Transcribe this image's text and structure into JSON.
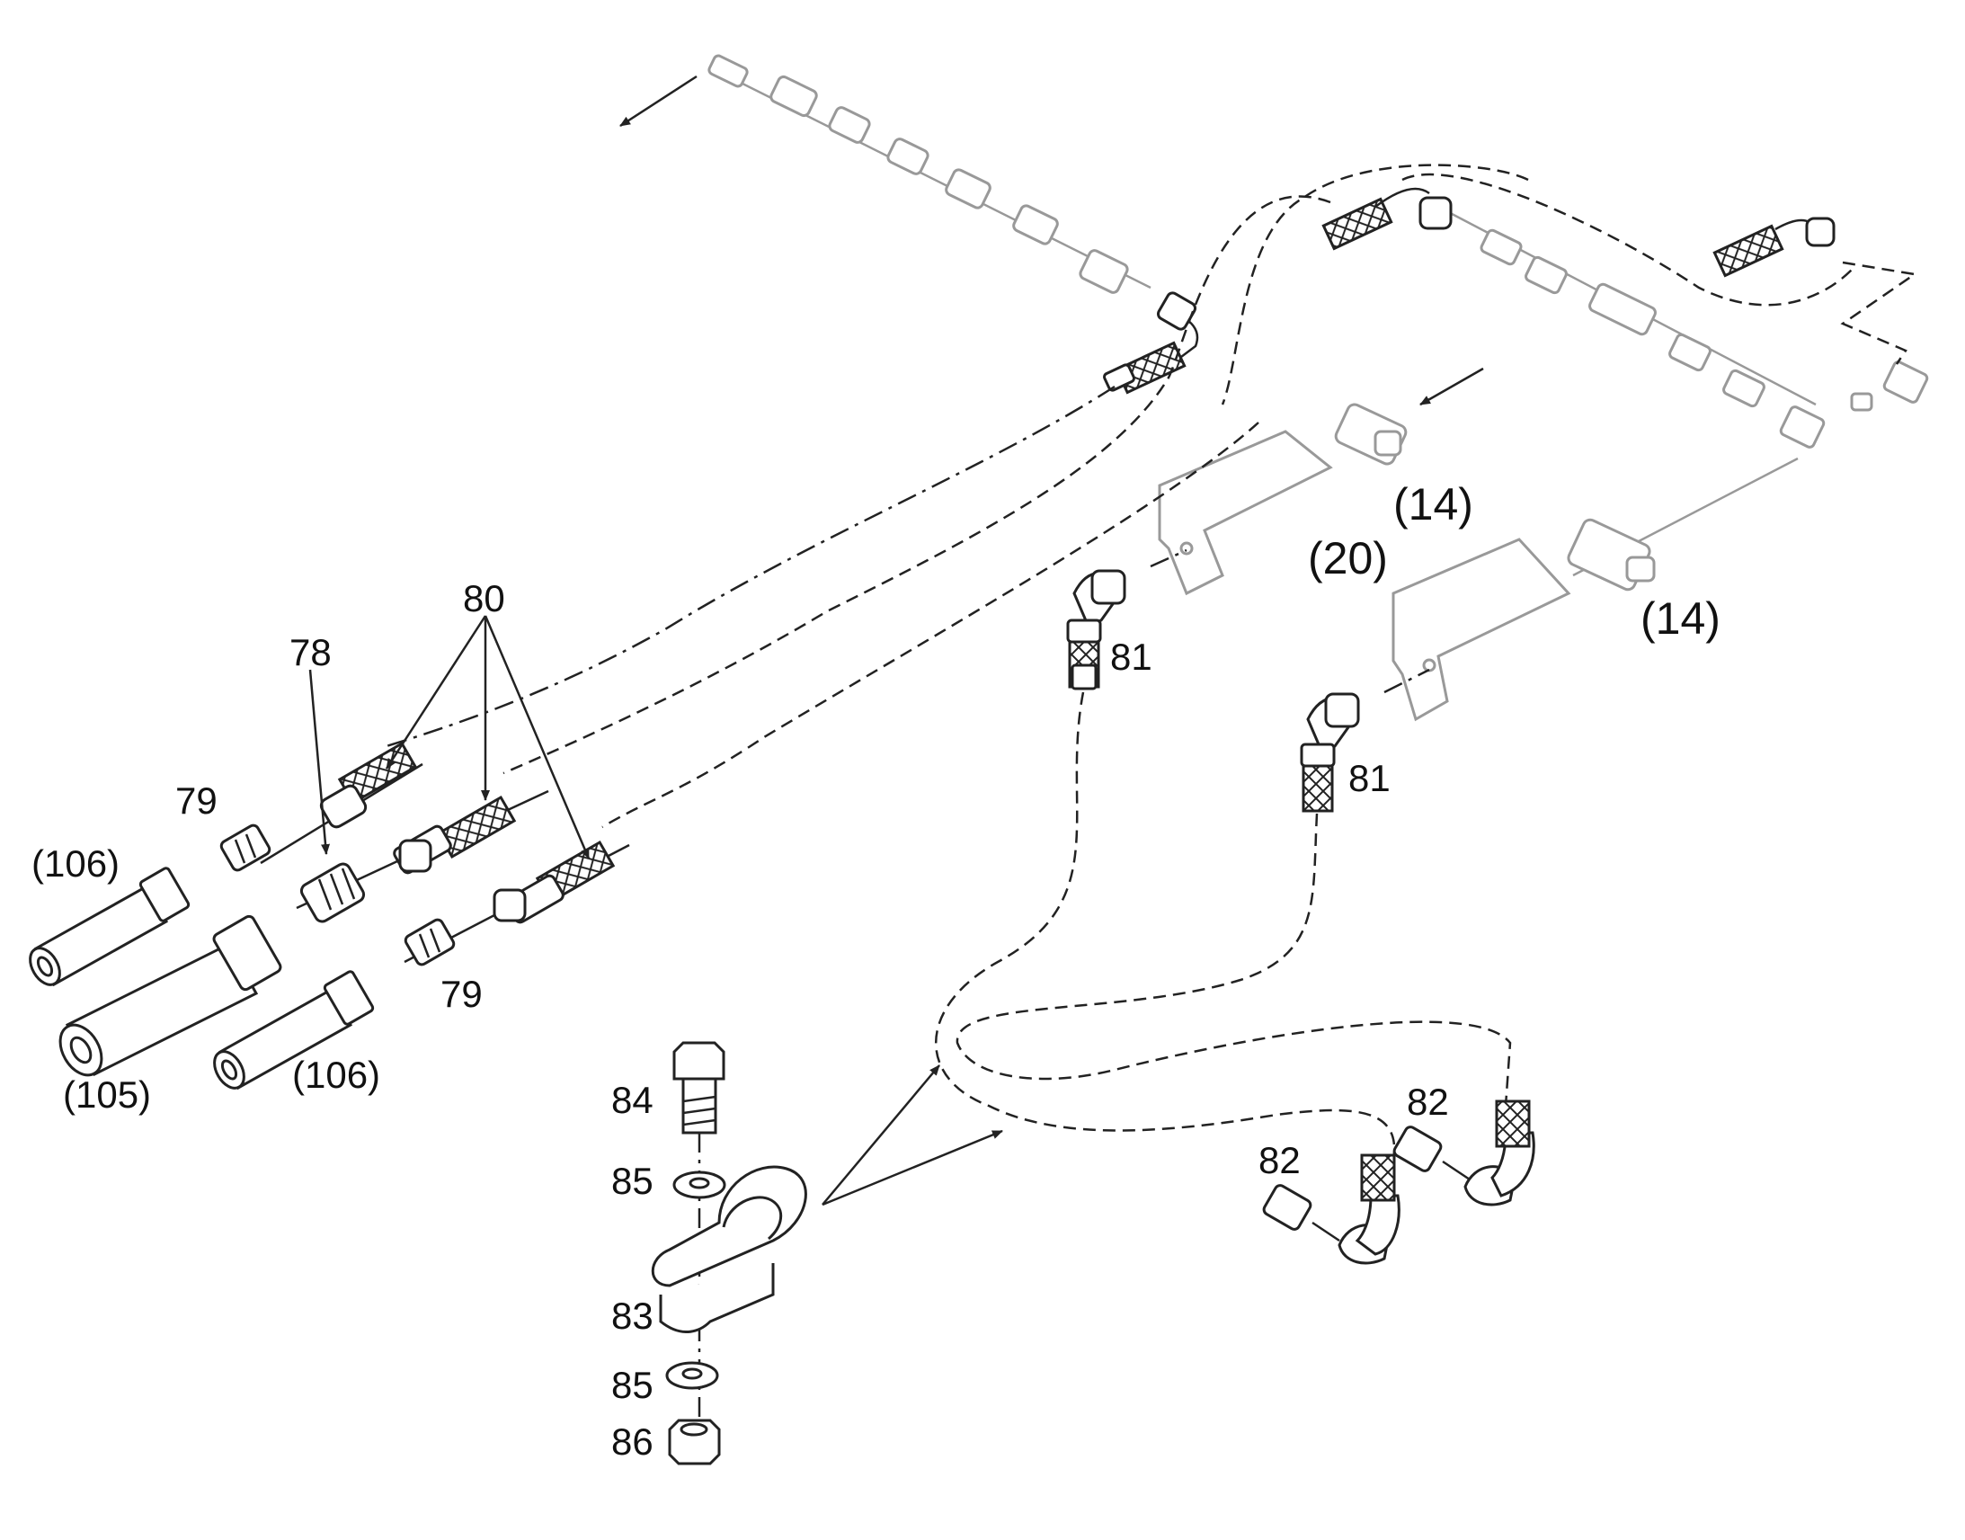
{
  "labels": {
    "l78": "78",
    "l79a": "79",
    "l79b": "79",
    "l80": "80",
    "l81a": "81",
    "l81b": "81",
    "l82a": "82",
    "l82b": "82",
    "l83": "83",
    "l84": "84",
    "l85a": "85",
    "l85b": "85",
    "l86": "86",
    "l105": "(105)",
    "l106a": "(106)",
    "l106b": "(106)",
    "l14a": "(14)",
    "l14b": "(14)",
    "l20": "(20)"
  }
}
